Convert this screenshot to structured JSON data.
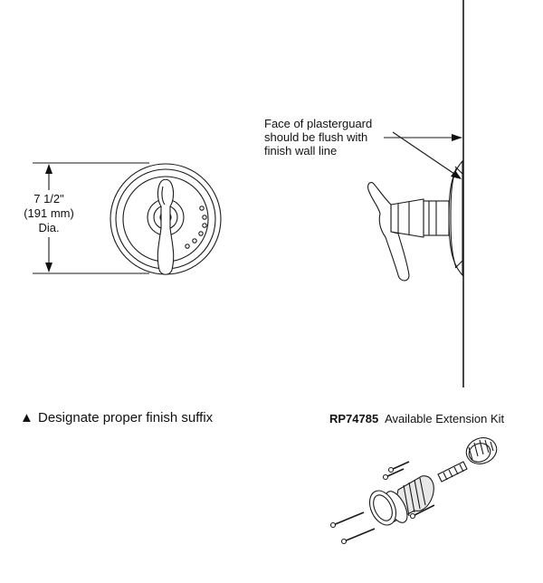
{
  "dimension": {
    "line1": "7 1/2\"",
    "line2": "(191 mm)",
    "line3": "Dia."
  },
  "callout": {
    "line1": "Face of plasterguard",
    "line2": "should be flush with",
    "line3": "finish wall line"
  },
  "finish_note": {
    "marker": "▲",
    "text": "Designate proper finish suffix"
  },
  "extension_kit": {
    "part_number": "RP74785",
    "label": "Available Extension Kit"
  }
}
